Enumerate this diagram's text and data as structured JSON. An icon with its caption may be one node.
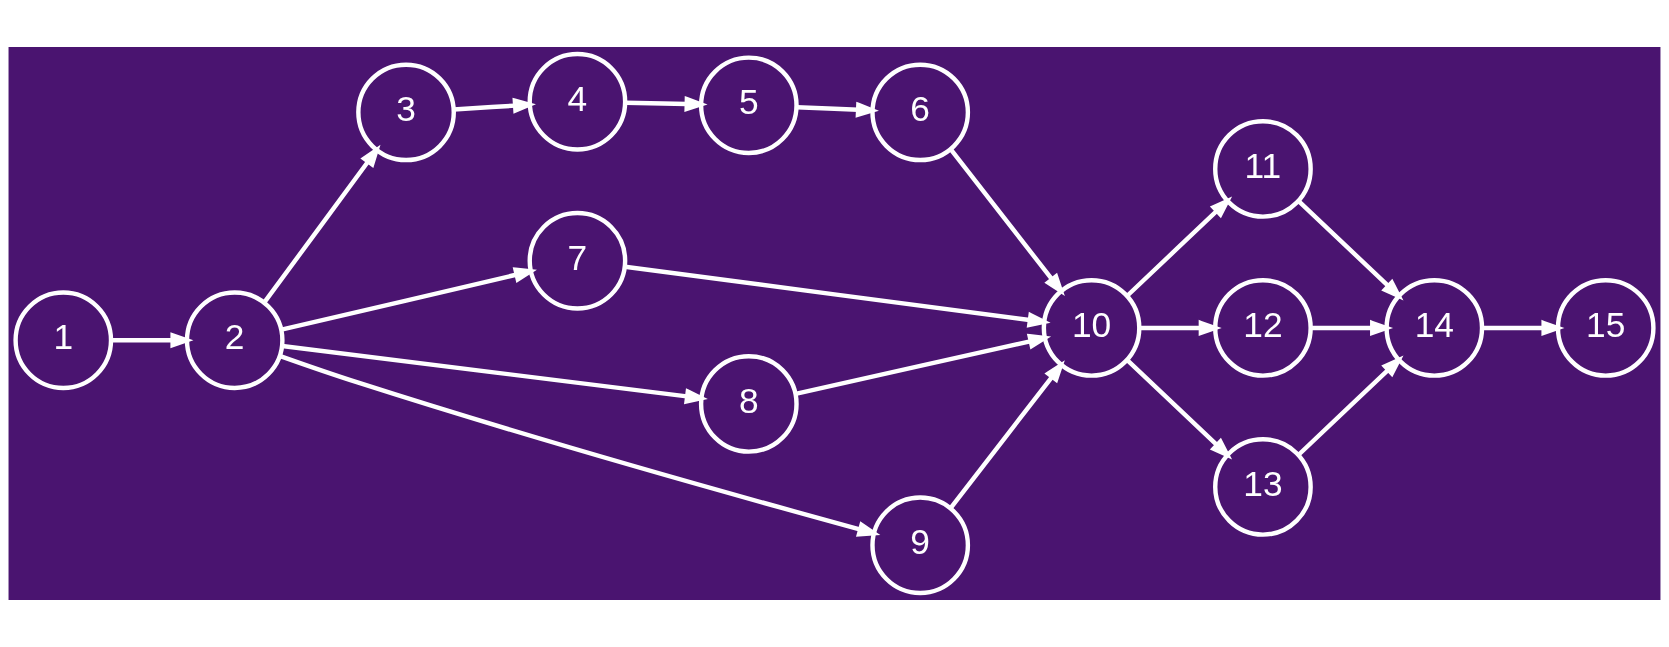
{
  "diagram": {
    "nodes": [
      {
        "text": [
          "1"
        ]
      },
      {
        "text": [
          "2"
        ]
      },
      {
        "text": [
          "3"
        ]
      },
      {
        "text": [
          "4"
        ]
      },
      {
        "text": [
          "5"
        ]
      },
      {
        "text": [
          "6"
        ]
      },
      {
        "text": [
          "7"
        ]
      },
      {
        "text": [
          "8"
        ]
      },
      {
        "text": [
          "9"
        ]
      },
      {
        "text": [
          "10"
        ]
      },
      {
        "text": [
          "11"
        ]
      },
      {
        "text": [
          "12"
        ]
      },
      {
        "text": [
          "13"
        ]
      },
      {
        "text": [
          "14"
        ]
      },
      {
        "text": [
          "15"
        ]
      }
    ],
    "edges": [
      {
        "from": 0,
        "to": 1,
        "arrow": "to"
      },
      {
        "from": 1,
        "to": 2,
        "arrow": "to"
      },
      {
        "from": 1,
        "to": 6,
        "arrow": "to"
      },
      {
        "from": 1,
        "to": 7,
        "arrow": "to"
      },
      {
        "from": 1,
        "to": 8,
        "arrow": "to"
      },
      {
        "from": 2,
        "to": 3,
        "arrow": "to"
      },
      {
        "from": 3,
        "to": 4,
        "arrow": "to"
      },
      {
        "from": 4,
        "to": 5,
        "arrow": "to"
      },
      {
        "from": 5,
        "to": 9,
        "arrow": "to"
      },
      {
        "from": 6,
        "to": 9,
        "arrow": "to"
      },
      {
        "from": 7,
        "to": 9,
        "arrow": "to"
      },
      {
        "from": 8,
        "to": 9,
        "arrow": "to"
      },
      {
        "from": 9,
        "to": 10,
        "arrow": "to"
      },
      {
        "from": 9,
        "to": 11,
        "arrow": "to"
      },
      {
        "from": 9,
        "to": 12,
        "arrow": "to"
      },
      {
        "from": 10,
        "to": 13,
        "arrow": "to"
      },
      {
        "from": 11,
        "to": 13,
        "arrow": "to"
      },
      {
        "from": 12,
        "to": 13,
        "arrow": "to"
      },
      {
        "from": 13,
        "to": 14,
        "arrow": "to"
      }
    ]
  }
}
